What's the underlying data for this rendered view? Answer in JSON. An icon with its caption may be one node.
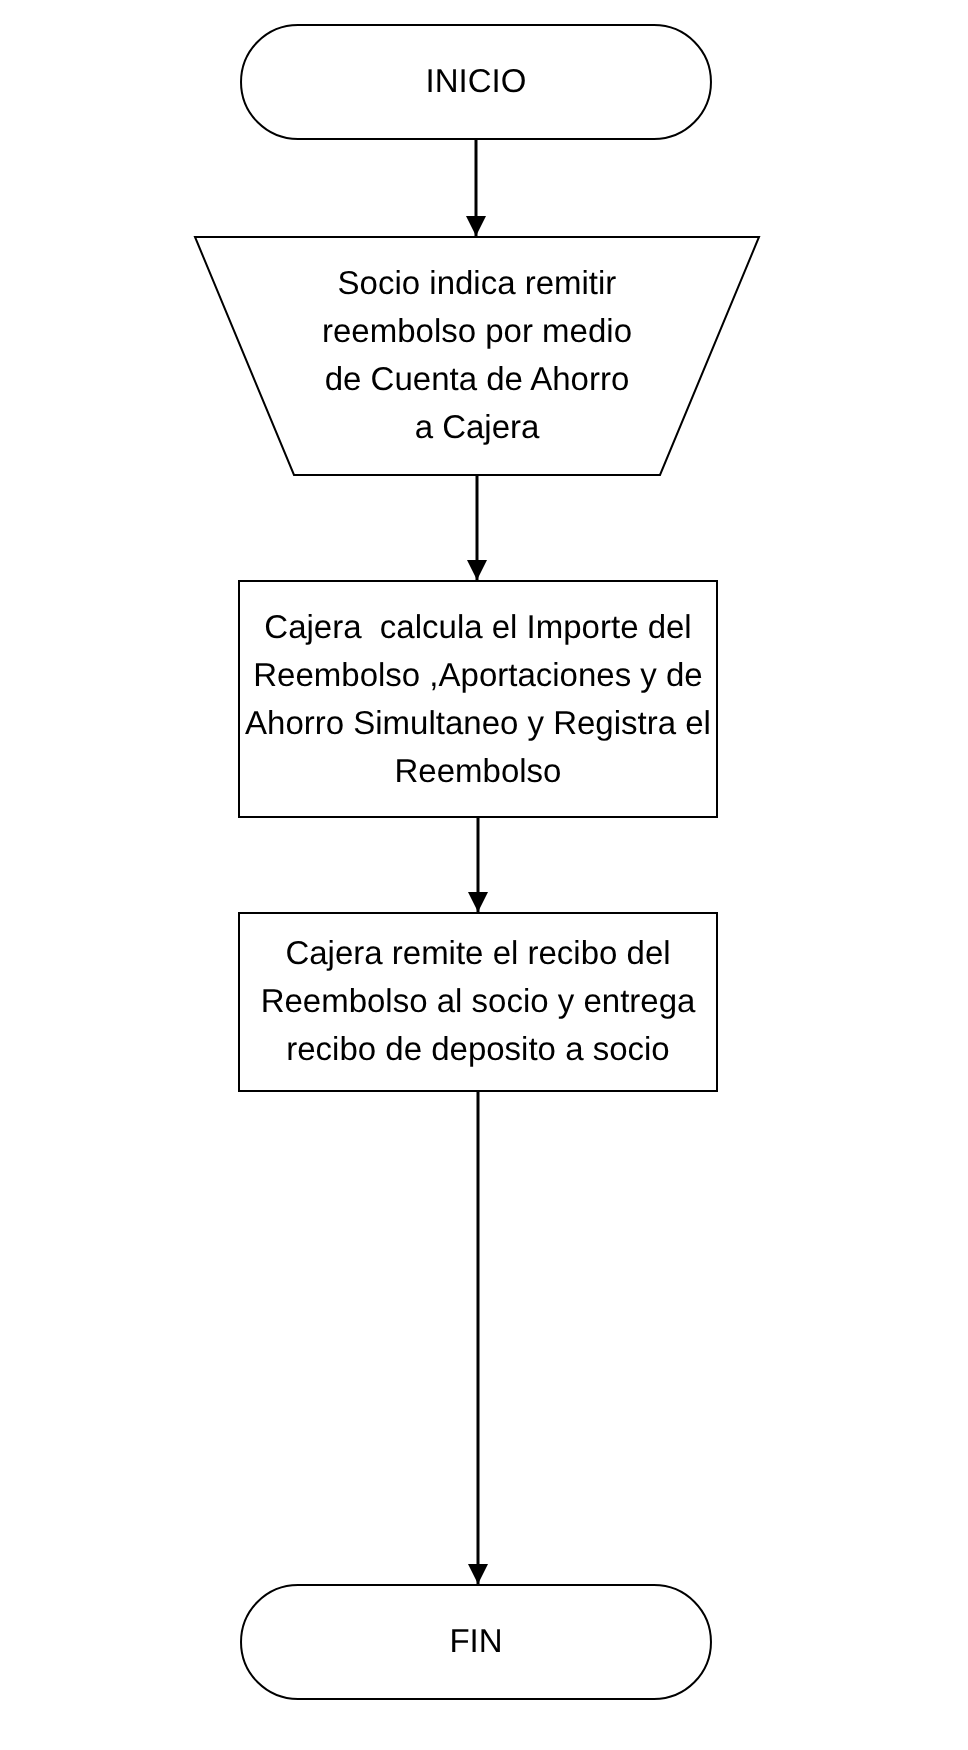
{
  "diagram": {
    "nodes": [
      {
        "text": [
          "INICIO"
        ]
      },
      {
        "text": [
          "Socio indica remitir reembolso por medio de Cuenta de Ahorro a Cajera"
        ]
      },
      {
        "text": [
          "Cajera  calcula el Importe del Reembolso ,Aportaciones y de Ahorro Simultaneo y Registra el Reembolso"
        ]
      },
      {
        "text": [
          "Cajera remite el recibo del Reembolso al socio y entrega recibo de deposito a socio"
        ]
      },
      {
        "text": [
          "FIN"
        ]
      }
    ],
    "edges": [
      {
        "from": 0,
        "to": 1,
        "arrow": "to"
      },
      {
        "from": 1,
        "to": 2,
        "arrow": "to"
      },
      {
        "from": 2,
        "to": 3,
        "arrow": "to"
      },
      {
        "from": 3,
        "to": 4,
        "arrow": "to"
      }
    ]
  }
}
